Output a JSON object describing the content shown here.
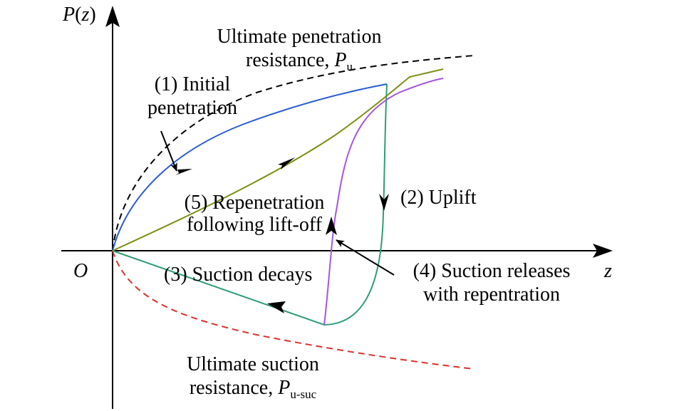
{
  "axes": {
    "y_label": "P",
    "y_arg": "z",
    "x_label": "z",
    "origin": "O"
  },
  "ultimate_penetration": {
    "line1": "Ultimate penetration",
    "line2": "resistance, ",
    "sym": "P",
    "sub": "u"
  },
  "ultimate_suction": {
    "line1": "Ultimate suction",
    "line2": "resistance, ",
    "sym": "P",
    "sub": "u-suc"
  },
  "stages": {
    "initial_1": "(1) Initial",
    "initial_2": "penetration",
    "uplift": "(2) Uplift",
    "suction_decays": "(3) Suction decays",
    "releases_1": "(4) Suction releases",
    "releases_2": "with repentration",
    "repen_1": "(5) Repenetration",
    "repen_2": "following lift-off"
  },
  "colors": {
    "axis": "#000000",
    "initial_penetration": "#2a5bd7",
    "uplift": "#2e9d78",
    "repenetration": "#7f8f12",
    "suction_release": "#a556e0",
    "ultimate_penetration": "#000000",
    "ultimate_suction": "#e0302a"
  }
}
